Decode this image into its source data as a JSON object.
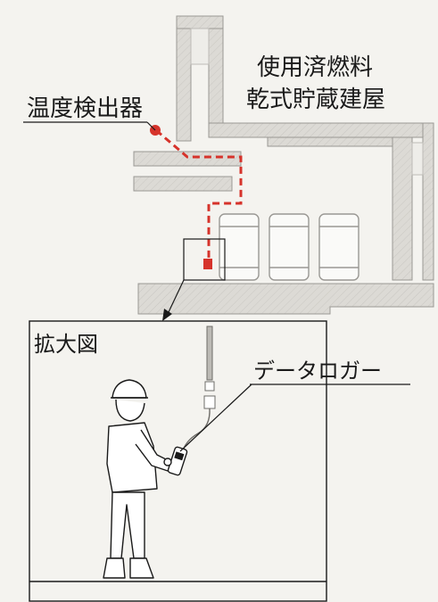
{
  "labels": {
    "building_line1": "使用済燃料",
    "building_line2": "乾式貯蔵建屋",
    "sensor": "温度検出器",
    "magnified_view": "拡大図",
    "logger": "データロガー"
  },
  "colors": {
    "wall_fill": "#dcdad5",
    "wall_stroke": "#9a9894",
    "cable_red": "#d6332b",
    "ink": "#1a1a1a",
    "background": "#f4f3ef"
  },
  "icons": {
    "sensor": "red-dot",
    "sensor_probe": "red-rectangle",
    "worker": "person-with-helmet",
    "logger": "handheld-device"
  }
}
